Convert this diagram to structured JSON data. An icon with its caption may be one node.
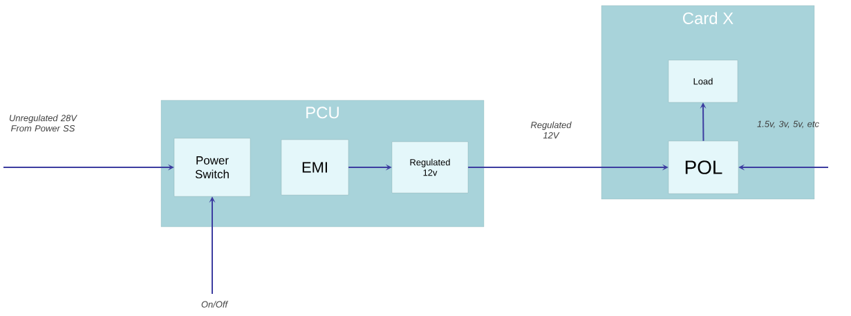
{
  "diagram": {
    "nodes": [
      {
        "text": [
          "PCU"
        ]
      },
      {
        "text": [
          "Power Switch"
        ],
        "in": 0
      },
      {
        "text": [
          "EMI"
        ],
        "in": 0
      },
      {
        "text": [
          "Regulated 12v"
        ],
        "in": 0
      },
      {
        "text": [
          "Card X"
        ]
      },
      {
        "text": [
          "Load"
        ],
        "in": 4
      },
      {
        "text": [
          "POL"
        ],
        "in": 4
      }
    ],
    "edges": [
      {
        "from": null,
        "to": 1,
        "arrow": "to",
        "label": "Unregulated 28V From Power SS"
      },
      {
        "from": null,
        "to": 1,
        "arrow": "to",
        "label": "On/Off"
      },
      {
        "from": 2,
        "to": 3,
        "arrow": "to"
      },
      {
        "from": 3,
        "to": 6,
        "arrow": "to",
        "label": "Regulated 12V"
      },
      {
        "from": null,
        "to": 6,
        "arrow": "to",
        "label": "1.5v, 3v, 5v, etc"
      },
      {
        "from": 6,
        "to": 5,
        "arrow": "to"
      }
    ]
  }
}
